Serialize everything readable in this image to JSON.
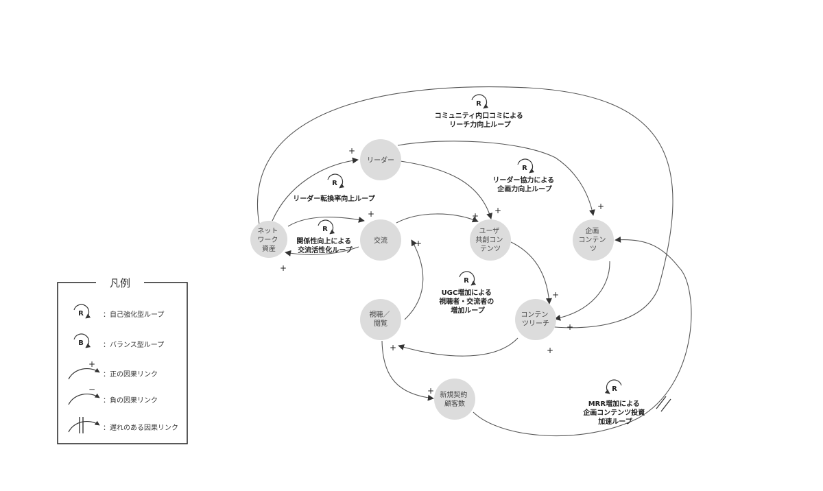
{
  "colors": {
    "node_fill": "#dcdcdc",
    "edge": "#555555",
    "text": "#222222"
  },
  "nodes": {
    "network": {
      "lines": [
        "ネット",
        "ワーク",
        "資産"
      ]
    },
    "leader": {
      "lines": [
        "リーダー"
      ]
    },
    "exchange": {
      "lines": [
        "交流"
      ]
    },
    "ugc": {
      "lines": [
        "ユーザ",
        "共創コン",
        "テンツ"
      ]
    },
    "planned": {
      "lines": [
        "企画",
        "コンテン",
        "ツ"
      ]
    },
    "viewing": {
      "lines": [
        "視聴／",
        "閲覧"
      ]
    },
    "reach": {
      "lines": [
        "コンテン",
        "ツリーチ"
      ]
    },
    "newcontracts": {
      "lines": [
        "新規契約",
        "顧客数"
      ]
    }
  },
  "loops": {
    "community": {
      "type": "R",
      "lines": [
        "コミュニティ内口コミによる",
        "リーチ力向上ループ"
      ]
    },
    "leader_conversion": {
      "type": "R",
      "lines": [
        "リーダー転換率向上ループ"
      ]
    },
    "leader_cooperation": {
      "type": "R",
      "lines": [
        "リーダー協力による",
        "企画力向上ループ"
      ]
    },
    "relationship": {
      "type": "R",
      "lines": [
        "関係性向上による",
        "交流活性化ループ"
      ]
    },
    "ugc_increase": {
      "type": "R",
      "lines": [
        "UGC増加による",
        "視聴者・交流者の",
        "増加ループ"
      ]
    },
    "mrr": {
      "type": "R",
      "lines": [
        "MRR増加による",
        "企画コンテンツ投資",
        "加速ループ"
      ]
    }
  },
  "signs": {
    "positive": "+"
  },
  "legend": {
    "title": "凡例",
    "items": [
      {
        "symbol": "R",
        "label": "：自己強化型ループ"
      },
      {
        "symbol": "B",
        "label": "：バランス型ループ"
      },
      {
        "symbol": "+",
        "label": "：正の因果リンク"
      },
      {
        "symbol": "−",
        "label": "：負の因果リンク"
      },
      {
        "symbol": "delay",
        "label": "：遅れのある因果リンク"
      }
    ]
  }
}
